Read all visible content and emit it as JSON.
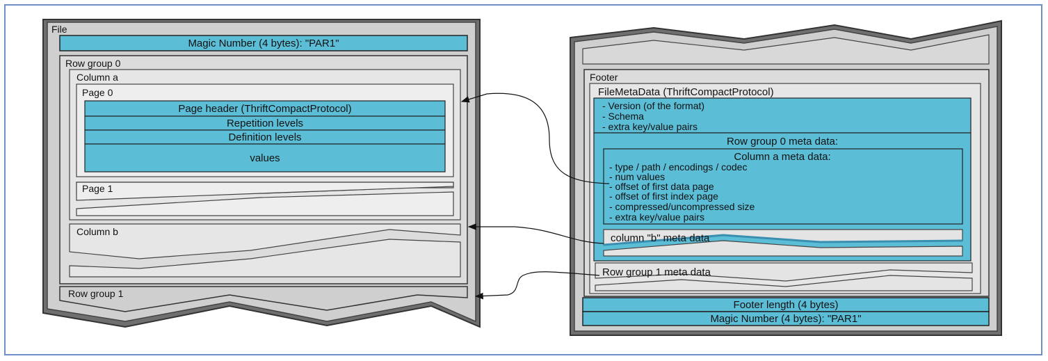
{
  "file": {
    "label": "File",
    "magic_top": "Magic Number (4 bytes): \"PAR1\"",
    "row_group_0": "Row group 0",
    "column_a": "Column a",
    "page_0": "Page 0",
    "page_header": "Page header (ThriftCompactProtocol)",
    "repetition_levels": "Repetition levels",
    "definition_levels": "Definition levels",
    "values": "values",
    "page_1": "Page 1",
    "column_b": "Column b",
    "row_group_1": "Row group 1"
  },
  "footer": {
    "label": "Footer",
    "file_meta": "FileMetaData (ThriftCompactProtocol)",
    "meta_lines": [
      "- Version (of the format)",
      "- Schema",
      "- extra key/value pairs"
    ],
    "row_group_0_meta": "Row group 0 meta data:",
    "column_a_meta": "Column a meta data:",
    "column_a_lines": [
      "- type / path / encodings / codec",
      "- num values",
      "- offset of first data page",
      "- offset of first index page",
      "- compressed/uncompressed size",
      "- extra key/value pairs"
    ],
    "column_b_meta": "column \"b\" meta data",
    "row_group_1_meta": "Row group 1 meta data",
    "footer_length": "Footer length (4 bytes)",
    "magic_bottom": "Magic Number (4 bytes): \"PAR1\""
  },
  "colors": {
    "cyan": "#5bbdd6",
    "light_gray": "#e2e2e2",
    "mid_gray": "#c9c9c9",
    "dark_gray": "#8a8a8a"
  }
}
